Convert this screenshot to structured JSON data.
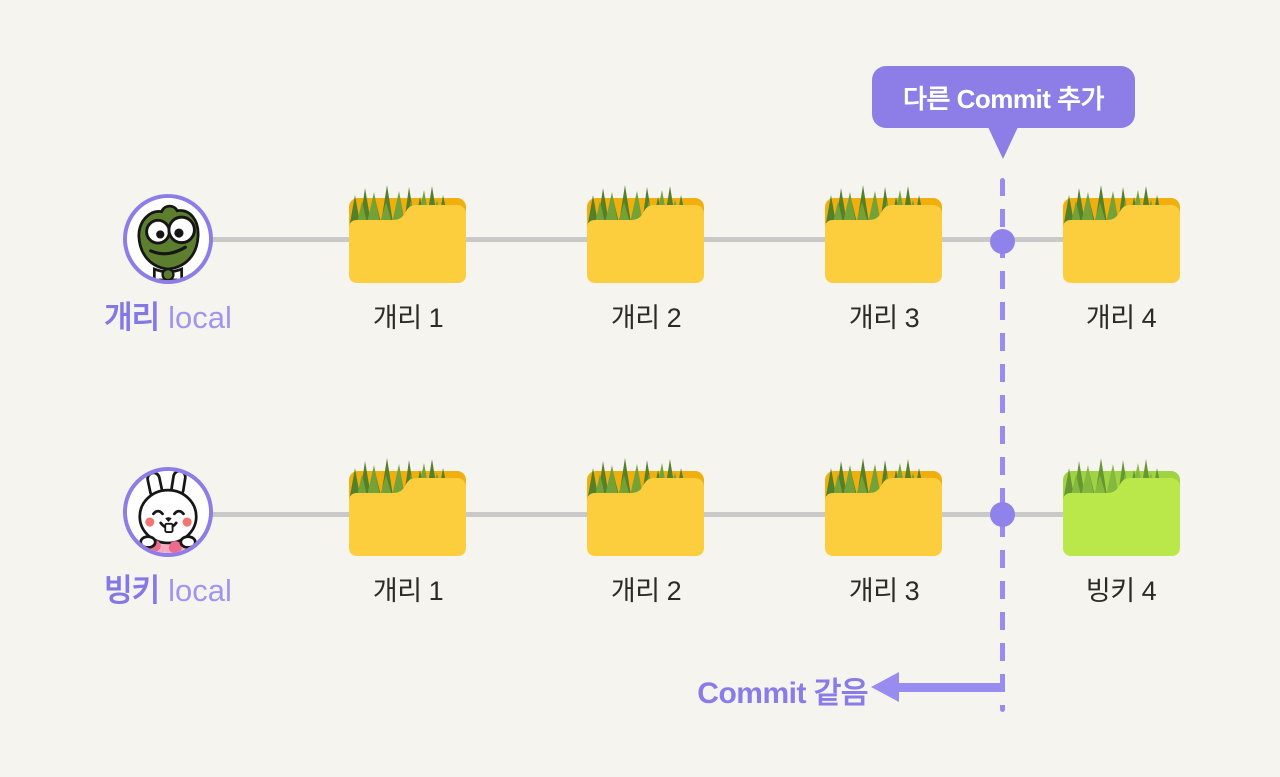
{
  "tooltip": {
    "label": "다른 Commit 추가"
  },
  "annotation": {
    "label": "Commit 같음"
  },
  "rows": [
    {
      "owner": {
        "name": "개리",
        "suffix": "local",
        "avatar": "frog-character"
      },
      "commits": [
        {
          "label": "개리 1",
          "variant": "yellow"
        },
        {
          "label": "개리 2",
          "variant": "yellow"
        },
        {
          "label": "개리 3",
          "variant": "yellow"
        },
        {
          "label": "개리 4",
          "variant": "yellow"
        }
      ]
    },
    {
      "owner": {
        "name": "빙키",
        "suffix": "local",
        "avatar": "rabbit-character"
      },
      "commits": [
        {
          "label": "개리 1",
          "variant": "yellow"
        },
        {
          "label": "개리 2",
          "variant": "yellow"
        },
        {
          "label": "개리 3",
          "variant": "yellow"
        },
        {
          "label": "빙키 4",
          "variant": "green"
        }
      ]
    }
  ],
  "colors": {
    "background": "#f5f4ee",
    "accent_purple": "#8c7ee6",
    "light_purple": "#998cf0",
    "folder_yellow": "#fcce3d",
    "folder_yellow_dark": "#f1af0e",
    "folder_green": "#bae84b",
    "folder_green_dark": "#9fd341",
    "grass_green": "#55802a",
    "timeline_gray": "#c9c9c9",
    "label_text": "#2e2b27"
  }
}
